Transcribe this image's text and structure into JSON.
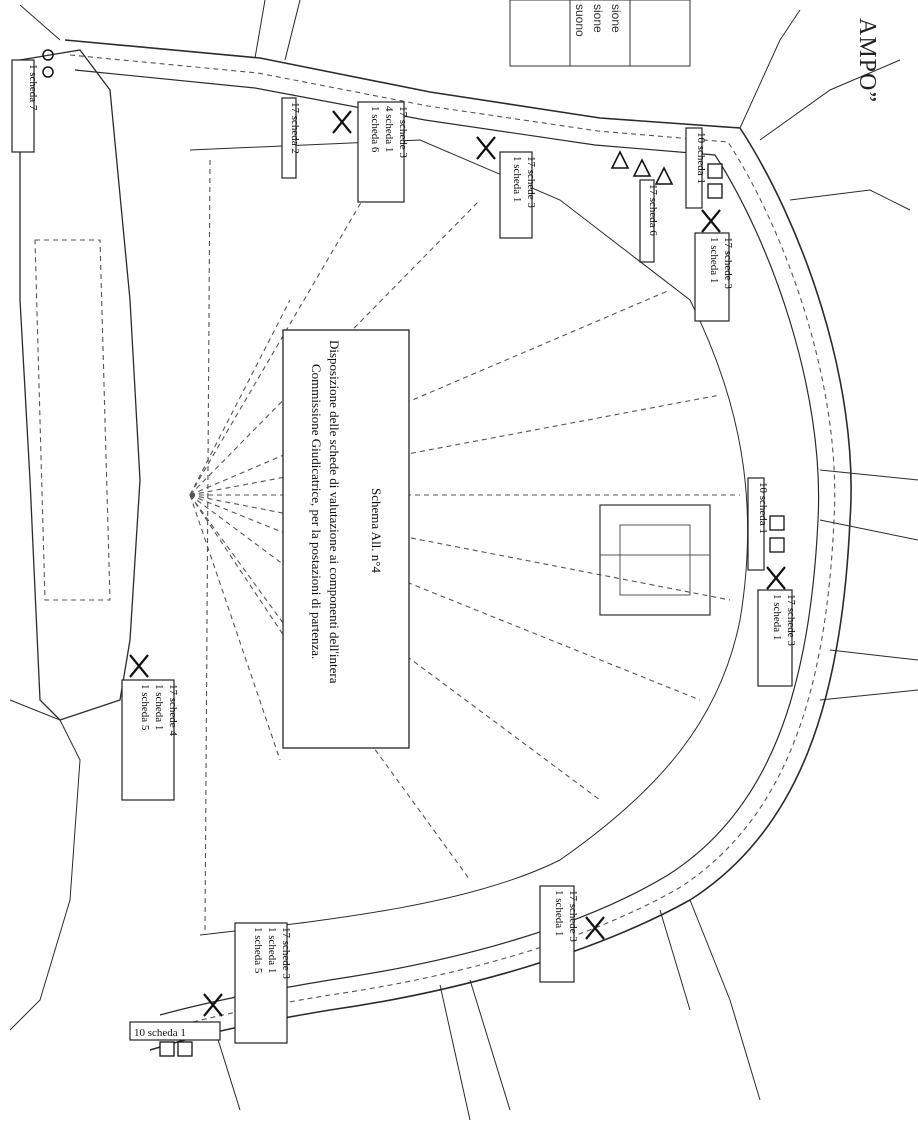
{
  "map": {
    "title_fragment": "AMPO”",
    "legend_rows": [
      "sione",
      "sione",
      "suono"
    ],
    "caption": {
      "line1": "Schema All. n°4",
      "line2": "Disposizione delle schede di valutazione ai componenti dell'intera",
      "line3": "Commissione Giudicatrice, per la postazioni di partenza."
    },
    "stations": [
      {
        "id": "A",
        "lines": [
          "1 scheda 7"
        ]
      },
      {
        "id": "B",
        "lines": [
          "17 scheda 2"
        ]
      },
      {
        "id": "C",
        "lines": [
          "17 schede 3",
          "4 scheda 1",
          "1 scheda 6"
        ]
      },
      {
        "id": "D",
        "lines": [
          "17 schede 3",
          "1 scheda 1"
        ]
      },
      {
        "id": "E",
        "lines": [
          "10 scheda 1"
        ]
      },
      {
        "id": "F",
        "lines": [
          "17 scheda 6"
        ]
      },
      {
        "id": "G",
        "lines": [
          "17 schede 3",
          "1 scheda 1"
        ]
      },
      {
        "id": "H",
        "lines": [
          "10 scheda 1"
        ]
      },
      {
        "id": "I",
        "lines": [
          "17 schede 3",
          "1 scheda 1"
        ]
      },
      {
        "id": "J",
        "lines": [
          "17 schede 4",
          "1 scheda 1",
          "1 scheda 5"
        ]
      },
      {
        "id": "K",
        "lines": [
          "17 schede 3",
          "1 scheda 1"
        ]
      },
      {
        "id": "L",
        "lines": [
          "10 scheda 1"
        ]
      },
      {
        "id": "M",
        "lines": [
          "17 schede 3",
          "1 scheda 1",
          "1 scheda 5"
        ]
      }
    ]
  }
}
